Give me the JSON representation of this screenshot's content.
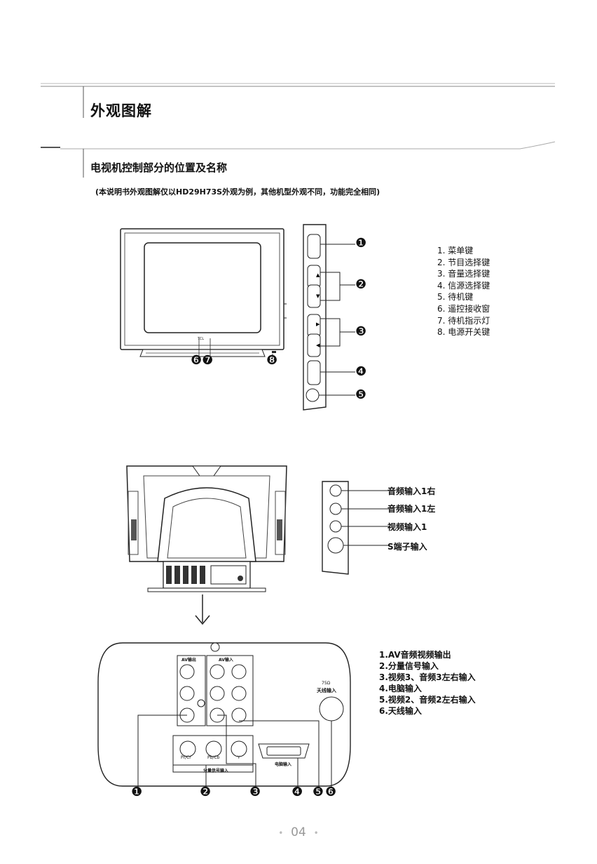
{
  "heading": "外观图解",
  "subheading": "电视机控制部分的位置及名称",
  "note": "(本说明书外观图解仅以HD29H73S外观为例，其他机型外观不同，功能完全相同)",
  "front_controls": [
    "1.  菜单键",
    "2.  节目选择键",
    "3.  音量选择键",
    "4.  信源选择键",
    "5.  待机键",
    "6.  遥控接收窗",
    "7.  待机指示灯",
    "8.  电源开关键"
  ],
  "front_markers": [
    "❻",
    "❼",
    "❽"
  ],
  "panel_markers": [
    "❶",
    "❷",
    "❸",
    "❹",
    "❺"
  ],
  "side_inputs": [
    "音频输入1右",
    "音频输入1左",
    "视频输入1",
    "S端子输入"
  ],
  "rear_inputs": [
    "1.AV音频视频输出",
    "2.分量信号输入",
    "3.视频3、音频3左右输入",
    "4.电脑输入",
    "5.视频2、音频2左右输入",
    "6.天线输入"
  ],
  "rear_markers": [
    "❶",
    "❷",
    "❸",
    "❹",
    "❺",
    "❻"
  ],
  "rear_labels": {
    "av_out": "AV输出",
    "av_in": "AV输入",
    "antenna_ohm": "75Ω",
    "antenna": "天线输入",
    "pc_in": "电脑输入",
    "component": "分量信号输入",
    "pr": "Pr/Cr",
    "pb": "Pb/Cb",
    "y": "Y"
  },
  "page_number": "04"
}
